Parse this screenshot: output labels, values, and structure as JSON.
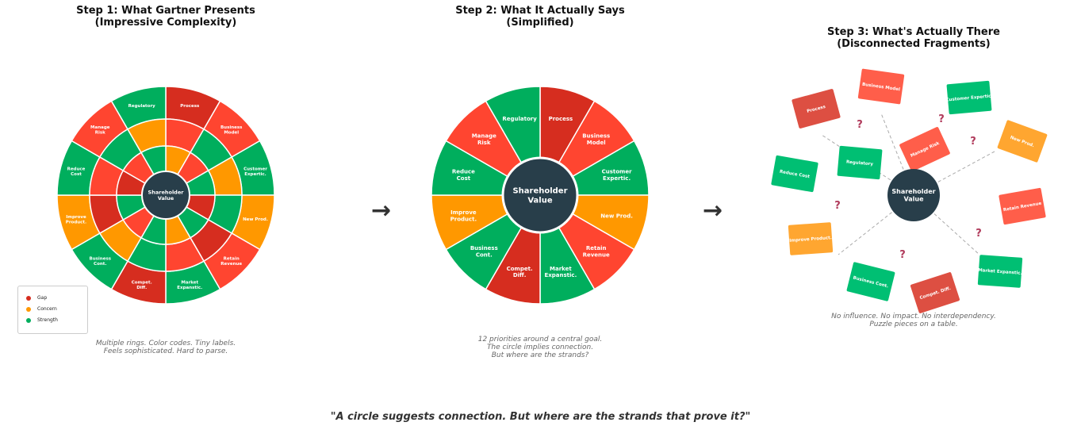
{
  "colors": {
    "gap": "#d62d1f",
    "red": "#ff4530",
    "concern": "#ff9800",
    "strength": "#00ae5d",
    "center": "#283e4a",
    "q": "#b03a5b"
  },
  "step1": {
    "title_line1": "Step 1: What Gartner Presents",
    "title_line2": "(Impressive Complexity)",
    "caption_line1": "Multiple rings. Color codes. Tiny labels.",
    "caption_line2": "Feels sophisticated. Hard to parse.",
    "center_line1": "Shareholder",
    "center_line2": "Value",
    "outer": [
      "gap",
      "red",
      "strength",
      "concern",
      "red",
      "strength",
      "gap",
      "strength",
      "concern",
      "strength",
      "red",
      "strength"
    ],
    "middle": [
      "red",
      "strength",
      "concern",
      "strength",
      "gap",
      "red",
      "strength",
      "concern",
      "gap",
      "red",
      "strength",
      "concern"
    ],
    "inner": [
      "concern",
      "red",
      "strength",
      "gap",
      "strength",
      "concern",
      "strength",
      "red",
      "strength",
      "gap",
      "red",
      "strength"
    ],
    "legend": [
      {
        "label": "Gap",
        "color": "gap"
      },
      {
        "label": "Concern",
        "color": "concern"
      },
      {
        "label": "Strength",
        "color": "strength"
      }
    ]
  },
  "labels": [
    [
      "Process"
    ],
    [
      "Business",
      "Model"
    ],
    [
      "Customer",
      "Expertic."
    ],
    [
      "New Prod."
    ],
    [
      "Retain",
      "Revenue"
    ],
    [
      "Market",
      "Expanstic."
    ],
    [
      "Compet.",
      "Diff."
    ],
    [
      "Business",
      "Cont."
    ],
    [
      "Improve",
      "Product."
    ],
    [
      "Reduce",
      "Cost"
    ],
    [
      "Manage",
      "Risk"
    ],
    [
      "Regulatory"
    ]
  ],
  "step2": {
    "title_line1": "Step 2: What It Actually Says",
    "title_line2": "(Simplified)",
    "caption_line1": "12 priorities around a central goal.",
    "caption_line2": "The circle implies connection.",
    "caption_line3": "But where are the strands?",
    "center_line1": "Shareholder",
    "center_line2": "Value",
    "colors": [
      "gap",
      "red",
      "strength",
      "concern",
      "red",
      "strength",
      "gap",
      "strength",
      "concern",
      "strength",
      "red",
      "strength"
    ]
  },
  "step3": {
    "title_line1": "Step 3: What's Actually There",
    "title_line2": "(Disconnected Fragments)",
    "caption_line1": "No influence. No impact. No interdependency.",
    "caption_line2": "Puzzle pieces on a table.",
    "center_line1": "Shareholder",
    "center_line2": "Value",
    "question_mark": "?",
    "cards": [
      {
        "label": "Process",
        "color": "#dd4f42"
      },
      {
        "label": "Business Model",
        "color": "#ff5e4a"
      },
      {
        "label": "Customer Expertic.",
        "color": "#00bf73"
      },
      {
        "label": "Manage Risk",
        "color": "#ff5e4a"
      },
      {
        "label": "New Prod.",
        "color": "#ffa630"
      },
      {
        "label": "Regulatory",
        "color": "#00bf73"
      },
      {
        "label": "Reduce Cost",
        "color": "#00bf73"
      },
      {
        "label": "Retain Revenue",
        "color": "#ff5e4a"
      },
      {
        "label": "Improve Product.",
        "color": "#ffa630"
      },
      {
        "label": "Market Expanstic.",
        "color": "#00bf73"
      },
      {
        "label": "Business Cont.",
        "color": "#00bf73"
      },
      {
        "label": "Compet. Diff.",
        "color": "#dd4f42"
      }
    ]
  },
  "arrow": "→",
  "quote": "\"A circle suggests connection. But where are the strands that prove it?\""
}
